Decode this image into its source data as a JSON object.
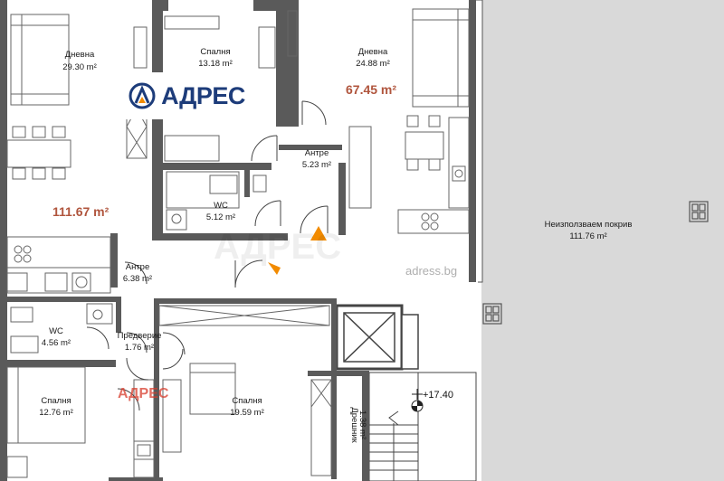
{
  "logo": {
    "text": "АДРЕС"
  },
  "watermark": {
    "url": "adress.bg",
    "red_text": "АДРЕС"
  },
  "apartment_totals": {
    "left": "111.67 m²",
    "right": "67.45 m²"
  },
  "elevation": "+17.40",
  "colors": {
    "total_area": "#b0553d",
    "brand": "#1d3c7a",
    "wall": "#4a4a4a",
    "roof": "#d8d8d8"
  },
  "rooms": [
    {
      "name": "Дневна",
      "area": "29.30 m²"
    },
    {
      "name": "Спалня",
      "area": "13.18 m²"
    },
    {
      "name": "Дневна",
      "area": "24.88 m²"
    },
    {
      "name": "Антре",
      "area": "5.23 m²"
    },
    {
      "name": "WC",
      "area": "5.12 m²"
    },
    {
      "name": "Антре",
      "area": "6.38 m²"
    },
    {
      "name": "WC",
      "area": "4.56 m²"
    },
    {
      "name": "Предверие",
      "area": "1.76 m²"
    },
    {
      "name": "Спалня",
      "area": "12.76 m²"
    },
    {
      "name": "Спалня",
      "area": "19.59 m²"
    },
    {
      "name": "Неизползваем покрив",
      "area": "111.76 m²"
    },
    {
      "name": "Дрешник",
      "area": "1.38 m²"
    }
  ]
}
